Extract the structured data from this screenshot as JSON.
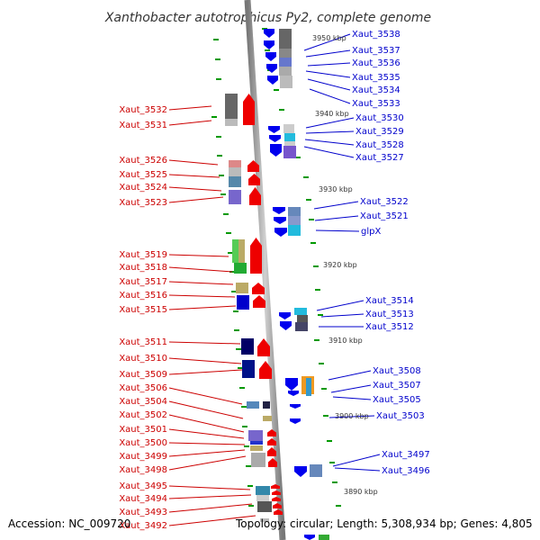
{
  "title": "Xanthobacter autotrophicus Py2, complete genome",
  "footer": {
    "accession": "Accession: NC_009720",
    "summary": "Topology: circular; Length: 5,308,934 bp; Genes: 4,805"
  },
  "scale_labels": [
    "3950 kbp",
    "3940 kbp",
    "3930 kbp",
    "3920 kbp",
    "3910 kbp",
    "3900 kbp",
    "3890 kbp"
  ],
  "left_genes": [
    "Xaut_3532",
    "Xaut_3531",
    "Xaut_3526",
    "Xaut_3525",
    "Xaut_3524",
    "Xaut_3523",
    "Xaut_3519",
    "Xaut_3518",
    "Xaut_3517",
    "Xaut_3516",
    "Xaut_3515",
    "Xaut_3511",
    "Xaut_3510",
    "Xaut_3509",
    "Xaut_3506",
    "Xaut_3504",
    "Xaut_3502",
    "Xaut_3501",
    "Xaut_3500",
    "Xaut_3499",
    "Xaut_3498",
    "Xaut_3495",
    "Xaut_3494",
    "Xaut_3493",
    "Xaut_3492"
  ],
  "right_genes": [
    "Xaut_3538",
    "Xaut_3537",
    "Xaut_3536",
    "Xaut_3535",
    "Xaut_3534",
    "Xaut_3533",
    "Xaut_3530",
    "Xaut_3529",
    "Xaut_3528",
    "Xaut_3527",
    "Xaut_3522",
    "Xaut_3521",
    "glpX",
    "Xaut_3514",
    "Xaut_3513",
    "Xaut_3512",
    "Xaut_3508",
    "Xaut_3507",
    "Xaut_3505",
    "Xaut_3503",
    "Xaut_3497",
    "Xaut_3496"
  ],
  "colors": {
    "forward_strand": "#ee0000",
    "reverse_strand": "#0000ee",
    "backbone": "#999999",
    "tick": "#009900",
    "left_label": "#cc0000",
    "right_label": "#0000cc"
  }
}
